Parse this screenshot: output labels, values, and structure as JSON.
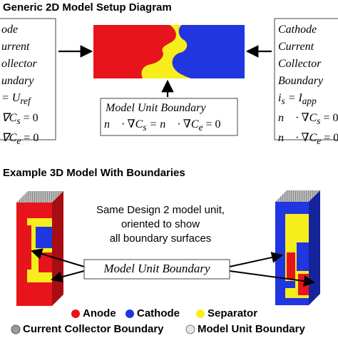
{
  "top_title": "Generic 2D Model Setup Diagram",
  "left_box": {
    "lines": [
      "ode",
      "urrent",
      "ollector",
      "undary"
    ],
    "eq1": "= U",
    "eq1_sub": "ref",
    "eq2": "∇C",
    "eq2_sub": "s",
    "eq2_rhs": " = 0",
    "eq3": "∇C",
    "eq3_sub": "e",
    "eq3_rhs": " = 0"
  },
  "right_box": {
    "lines": [
      "Cathode",
      "Current",
      "Collector",
      "Boundary"
    ],
    "eq1_lhs": "i",
    "eq1_lhs_sub": "s",
    "eq1_mid": " = I",
    "eq1_sub": "app",
    "eq2": "n⃗ · ∇C",
    "eq2_sub": "s",
    "eq2_rhs": " = 0",
    "eq3": "n⃗ · ∇C",
    "eq3_sub": "e",
    "eq3_rhs": " = 0"
  },
  "center_box": {
    "label": "Model Unit Boundary",
    "eq_a": "n⃗ · ∇C",
    "eq_a_sub": "s",
    "eq_mid": " = n⃗ · ∇C",
    "eq_mid_sub": "e",
    "eq_rhs": " = 0"
  },
  "bottom_title": "Example 3D Model With Boundaries",
  "description": [
    "Same Design 2 model unit,",
    "oriented to show",
    "all boundary surfaces"
  ],
  "model_unit_label": "Model Unit Boundary",
  "legend": {
    "anode": "Anode",
    "cathode": "Cathode",
    "separator": "Separator",
    "current_collector": "Current Collector Boundary",
    "model_unit": "Model Unit Boundary"
  },
  "colors": {
    "anode": "#e8141b",
    "cathode": "#1f36e0",
    "separator": "#f6ee1c",
    "collector_dot": "#9a9a9a",
    "model_dot": "#e6e6e6"
  }
}
